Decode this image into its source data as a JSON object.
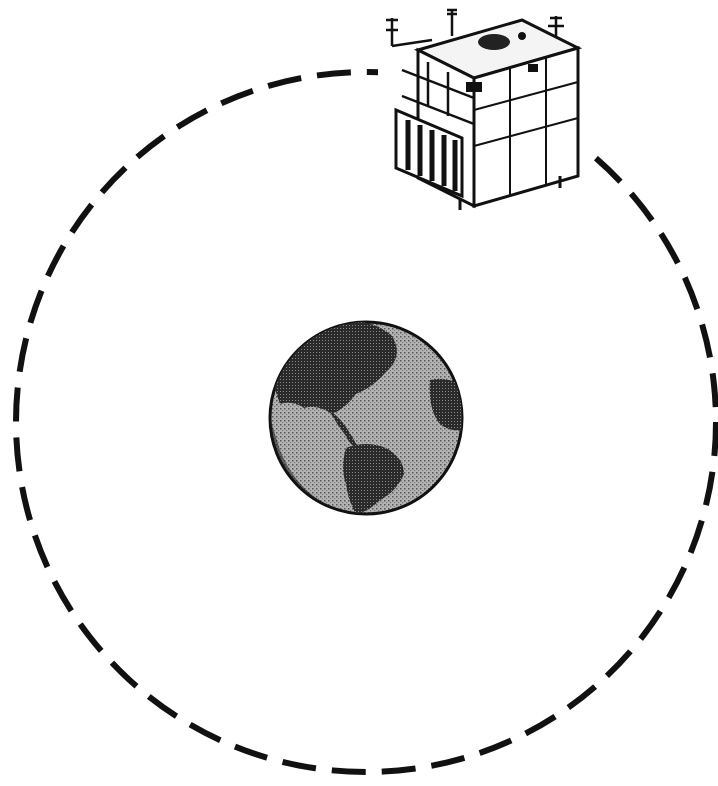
{
  "diagram": {
    "type": "orbit-illustration",
    "style": "black-and-white line art",
    "elements": [
      "dashed-orbit-path",
      "earth-globe",
      "satellite"
    ],
    "colors": {
      "ink": "#111111",
      "globe_light": "#a8a8a8",
      "globe_dark": "#2a2a2a",
      "background": "#ffffff"
    }
  }
}
